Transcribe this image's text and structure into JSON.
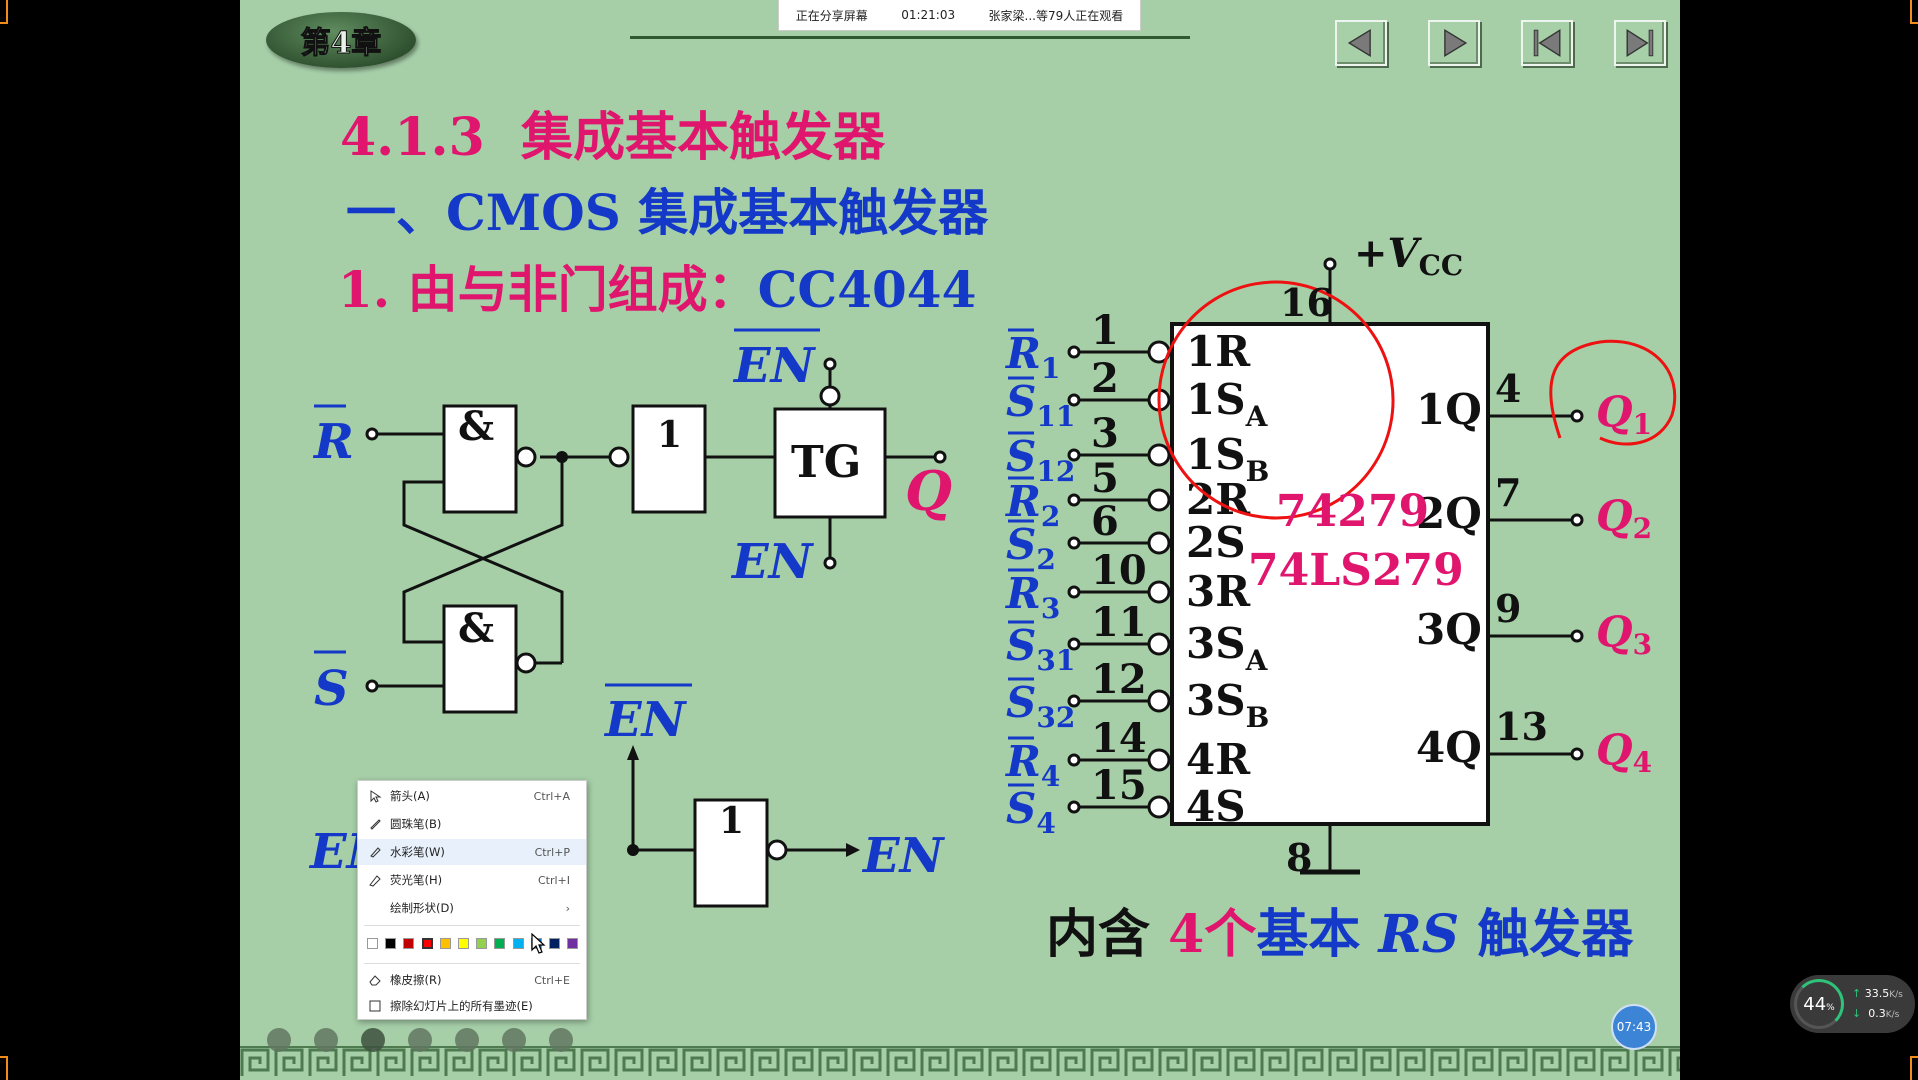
{
  "share_bar": {
    "status": "正在分享屏幕",
    "elapsed": "01:21:03",
    "viewers": "张家梁...等79人正在观看"
  },
  "slide": {
    "chapter_badge": "第4章",
    "section_title": "4.1.3  集成基本触发器",
    "subtitle": "一、CMOS 集成基本触发器",
    "item_prefix": "1. 由与非门组成：",
    "item_chip": "CC4044",
    "left_circuit": {
      "input_r": "R",
      "input_s": "S",
      "gate_and": "&",
      "gate_not": "1",
      "tg": "TG",
      "en_bar": "EN",
      "en": "EN",
      "output_q": "Q"
    },
    "enable_circuit": {
      "en_bar": "EN",
      "en_in": "EN",
      "gate_not": "1",
      "en_out": "EN"
    },
    "chip": {
      "vcc_label": "+V",
      "vcc_sub": "CC",
      "vcc_pin": "16",
      "gnd_pin": "8",
      "part1": "74279",
      "part2": "74LS279",
      "inputs": [
        {
          "sig": "R",
          "sub": "1",
          "pin": "1",
          "inner": "1R",
          "inner_sub": ""
        },
        {
          "sig": "S",
          "sub": "11",
          "pin": "2",
          "inner": "1S",
          "inner_sub": "A"
        },
        {
          "sig": "S",
          "sub": "12",
          "pin": "3",
          "inner": "1S",
          "inner_sub": "B"
        },
        {
          "sig": "R",
          "sub": "2",
          "pin": "5",
          "inner": "2R",
          "inner_sub": ""
        },
        {
          "sig": "S",
          "sub": "2",
          "pin": "6",
          "inner": "2S",
          "inner_sub": ""
        },
        {
          "sig": "R",
          "sub": "3",
          "pin": "10",
          "inner": "3R",
          "inner_sub": ""
        },
        {
          "sig": "S",
          "sub": "31",
          "pin": "11",
          "inner": "3S",
          "inner_sub": "A"
        },
        {
          "sig": "S",
          "sub": "32",
          "pin": "12",
          "inner": "3S",
          "inner_sub": "B"
        },
        {
          "sig": "R",
          "sub": "4",
          "pin": "14",
          "inner": "4R",
          "inner_sub": ""
        },
        {
          "sig": "S",
          "sub": "4",
          "pin": "15",
          "inner": "4S",
          "inner_sub": ""
        }
      ],
      "outputs": [
        {
          "inner": "1Q",
          "pin": "4",
          "sig": "Q",
          "sub": "1"
        },
        {
          "inner": "2Q",
          "pin": "7",
          "sig": "Q",
          "sub": "2"
        },
        {
          "inner": "3Q",
          "pin": "9",
          "sig": "Q",
          "sub": "3"
        },
        {
          "inner": "4Q",
          "pin": "13",
          "sig": "Q",
          "sub": "4"
        }
      ],
      "caption_a": "内含",
      "caption_num": "4",
      "caption_b": "个",
      "caption_c": "基本",
      "caption_rs": "RS",
      "caption_d": "触发器"
    }
  },
  "context_menu": {
    "items": [
      {
        "label": "箭头(A)",
        "shortcut": "Ctrl+A",
        "icon": "arrow-icon"
      },
      {
        "label": "圆珠笔(B)",
        "shortcut": "",
        "icon": "ballpoint-pen-icon"
      },
      {
        "label": "水彩笔(W)",
        "shortcut": "Ctrl+P",
        "icon": "felt-pen-icon"
      },
      {
        "label": "荧光笔(H)",
        "shortcut": "Ctrl+I",
        "icon": "highlighter-icon"
      },
      {
        "label": "绘制形状(D)",
        "shortcut": "",
        "icon": "shape-icon"
      }
    ],
    "swatches": [
      "#ffffff",
      "#000000",
      "#c00000",
      "#ff0000",
      "#ffc000",
      "#ffff00",
      "#92d050",
      "#00b050",
      "#00b0f0",
      "#0070c0",
      "#002060",
      "#7030a0"
    ],
    "eraser": {
      "label": "橡皮擦(R)",
      "shortcut": "Ctrl+E"
    },
    "clear_all": {
      "label": "擦除幻灯片上的所有墨迹(E)"
    }
  },
  "timer": "07:43",
  "net": {
    "cpu": "44",
    "cpu_unit": "%",
    "up": "33.5",
    "down": "0.3",
    "unit": "K/s"
  }
}
